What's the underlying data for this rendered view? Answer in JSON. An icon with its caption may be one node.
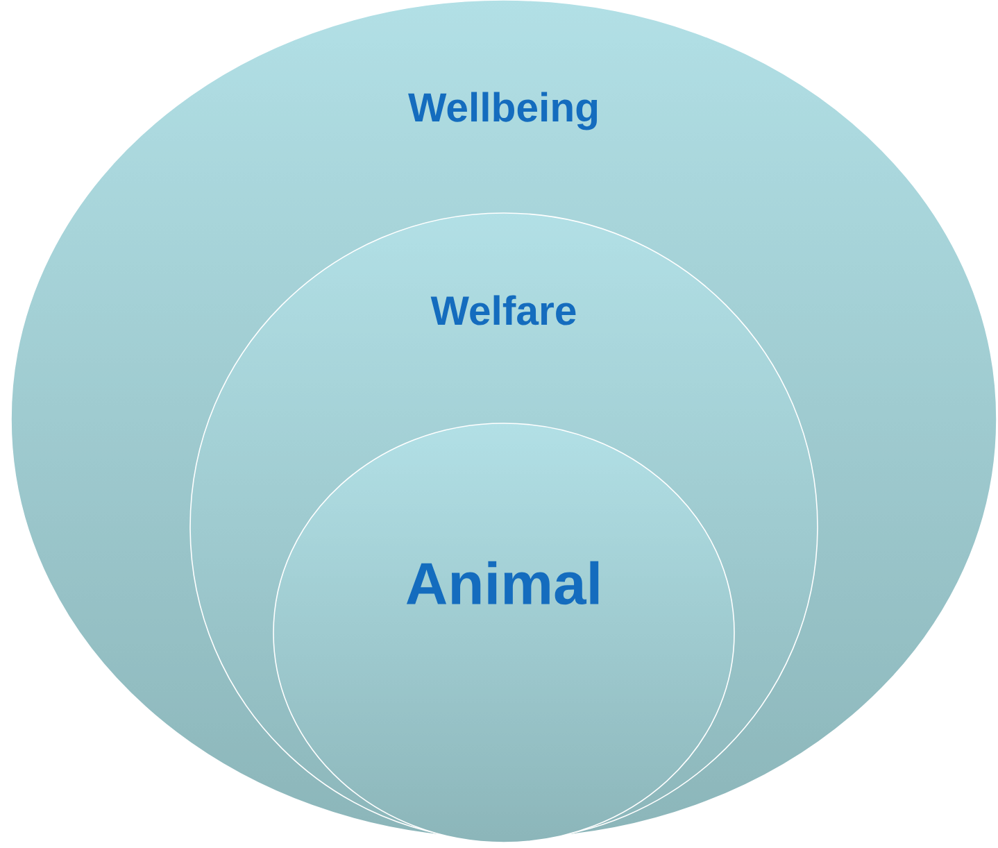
{
  "diagram": {
    "nodes": [
      {
        "text": [
          "Wellbeing"
        ]
      },
      {
        "text": [
          "Welfare"
        ],
        "in": 0
      },
      {
        "text": [
          "Animal"
        ],
        "in": 1
      }
    ]
  }
}
